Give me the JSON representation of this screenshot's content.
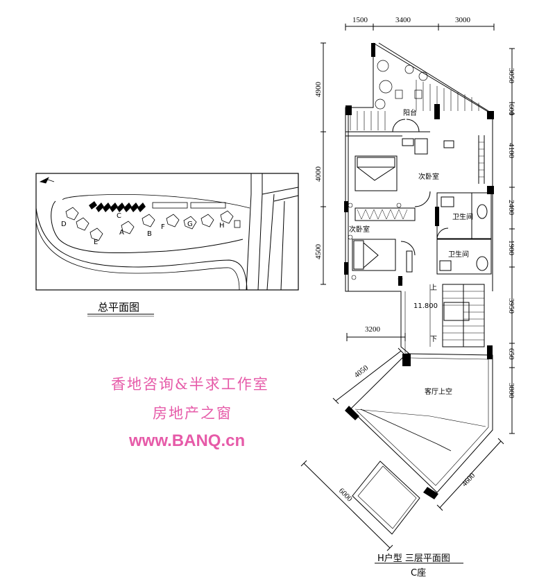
{
  "site_plan": {
    "caption": "总平面图",
    "labels": [
      "C",
      "D",
      "E",
      "A",
      "B",
      "F",
      "G",
      "H"
    ]
  },
  "floor_plan": {
    "title": "H户型 三层平面图",
    "subtitle": "C座",
    "rooms": {
      "balcony": "阳台",
      "bedroom_1": "次卧室",
      "bedroom_2": "次卧室",
      "bathroom_1": "卫生间",
      "bathroom_2": "卫生间",
      "living_void": "客厅上空"
    },
    "stairs": {
      "up": "上",
      "down": "下",
      "elevation": "11.800"
    },
    "dims_top": [
      "1500",
      "3400",
      "3000"
    ],
    "dims_left": [
      "4900",
      "4000",
      "4500"
    ],
    "dims_right": [
      "3050",
      "600",
      "4100",
      "2400",
      "1900",
      "3950",
      "650",
      "3800"
    ],
    "dims_lower": [
      "3200",
      "4050",
      "6000",
      "4600"
    ]
  },
  "watermark": {
    "line1": "香地咨询&半求工作室",
    "line2": "房地产之窗",
    "url": "www.BANQ.cn"
  }
}
